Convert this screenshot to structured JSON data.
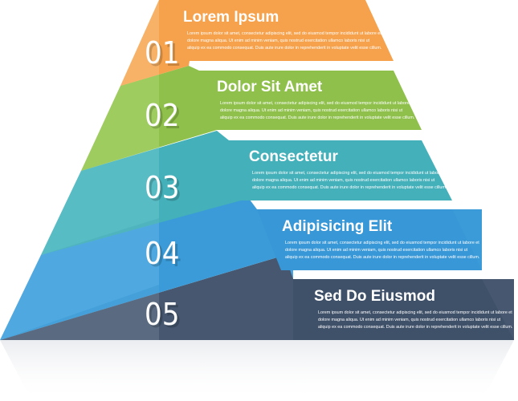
{
  "levels": [
    {
      "number": "01",
      "title": "Lorem Ipsum",
      "lines": [
        "Lorem ipsum dolor sit amet, consectetur adipiscing elit, sed do eiusmod tempor incididunt ut labore et",
        "dolore magna aliqua. Ut enim ad minim veniam, quis nostrud exercitation ullamco laboris nisi ut",
        "aliquip ex ea commodo consequat. Duis aute irure dolor in reprehenderit in voluptate velit esse cillum."
      ],
      "color": "#f5a04a"
    },
    {
      "number": "02",
      "title": "Dolor Sit Amet",
      "lines": [
        "Lorem ipsum dolor sit amet, consectetur adipiscing elit, sed do eiusmod tempor incididunt ut labore et",
        "dolore magna aliqua. Ut enim ad minim veniam, quis nostrud exercitation ullamco laboris nisi ut",
        "aliquip ex ea commodo consequat. Duis aute irure dolor in reprehenderit in voluptate velit esse cillum."
      ],
      "color": "#8fbf4a"
    },
    {
      "number": "03",
      "title": "Consectetur",
      "lines": [
        "Lorem ipsum dolor sit amet, consectetur adipiscing elit, sed do eiusmod tempor incididunt ut labore et",
        "dolore magna aliqua. Ut enim ad minim veniam, quis nostrud exercitation ullamco laboris nisi ut",
        "aliquip ex ea commodo consequat. Duis aute irure dolor in reprehenderit in voluptate velit esse cillum."
      ],
      "color": "#45aeb9"
    },
    {
      "number": "04",
      "title": "Adipisicing Elit",
      "lines": [
        "Lorem ipsum dolor sit amet, consectetur adipiscing elit, sed do eiusmod tempor incididunt ut labore et",
        "dolore magna aliqua. Ut enim ad minim veniam, quis nostrud exercitation ullamco laboris nisi ut",
        "aliquip ex ea commodo consequat. Duis aute irure dolor in reprehenderit in voluptate velit esse cillum."
      ],
      "color": "#3e9fd9"
    },
    {
      "number": "05",
      "title": "Sed Do Eiusmod",
      "lines": [
        "Lorem ipsum dolor sit amet, consectetur adipiscing elit, sed do eiusmod tempor incididunt ut labore et",
        "dolore magna aliqua. Ut enim ad minim veniam, quis nostrud exercitation ullamco laboris nisi ut",
        "aliquip ex ea commodo consequat. Duis aute irure dolor in reprehenderit in voluptate velit esse cillum."
      ],
      "color": "#435670"
    }
  ]
}
